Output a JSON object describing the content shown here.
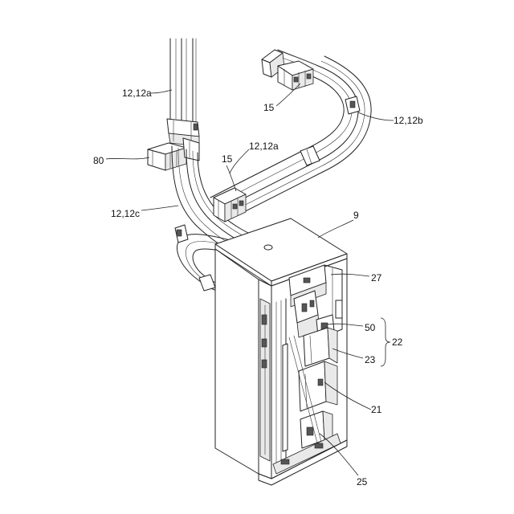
{
  "labels": {
    "rail_vertical": "12,12a",
    "rail_upper": "12,12a",
    "rail_curve_right": "12,12b",
    "rail_curve_lower": "12,12c",
    "unit_80": "80",
    "carriage_upper": "15",
    "carriage_lower": "15",
    "top_plate": "9",
    "part_27": "27",
    "part_50": "50",
    "group_22": "22",
    "part_23": "23",
    "part_21": "21",
    "part_25": "25"
  }
}
